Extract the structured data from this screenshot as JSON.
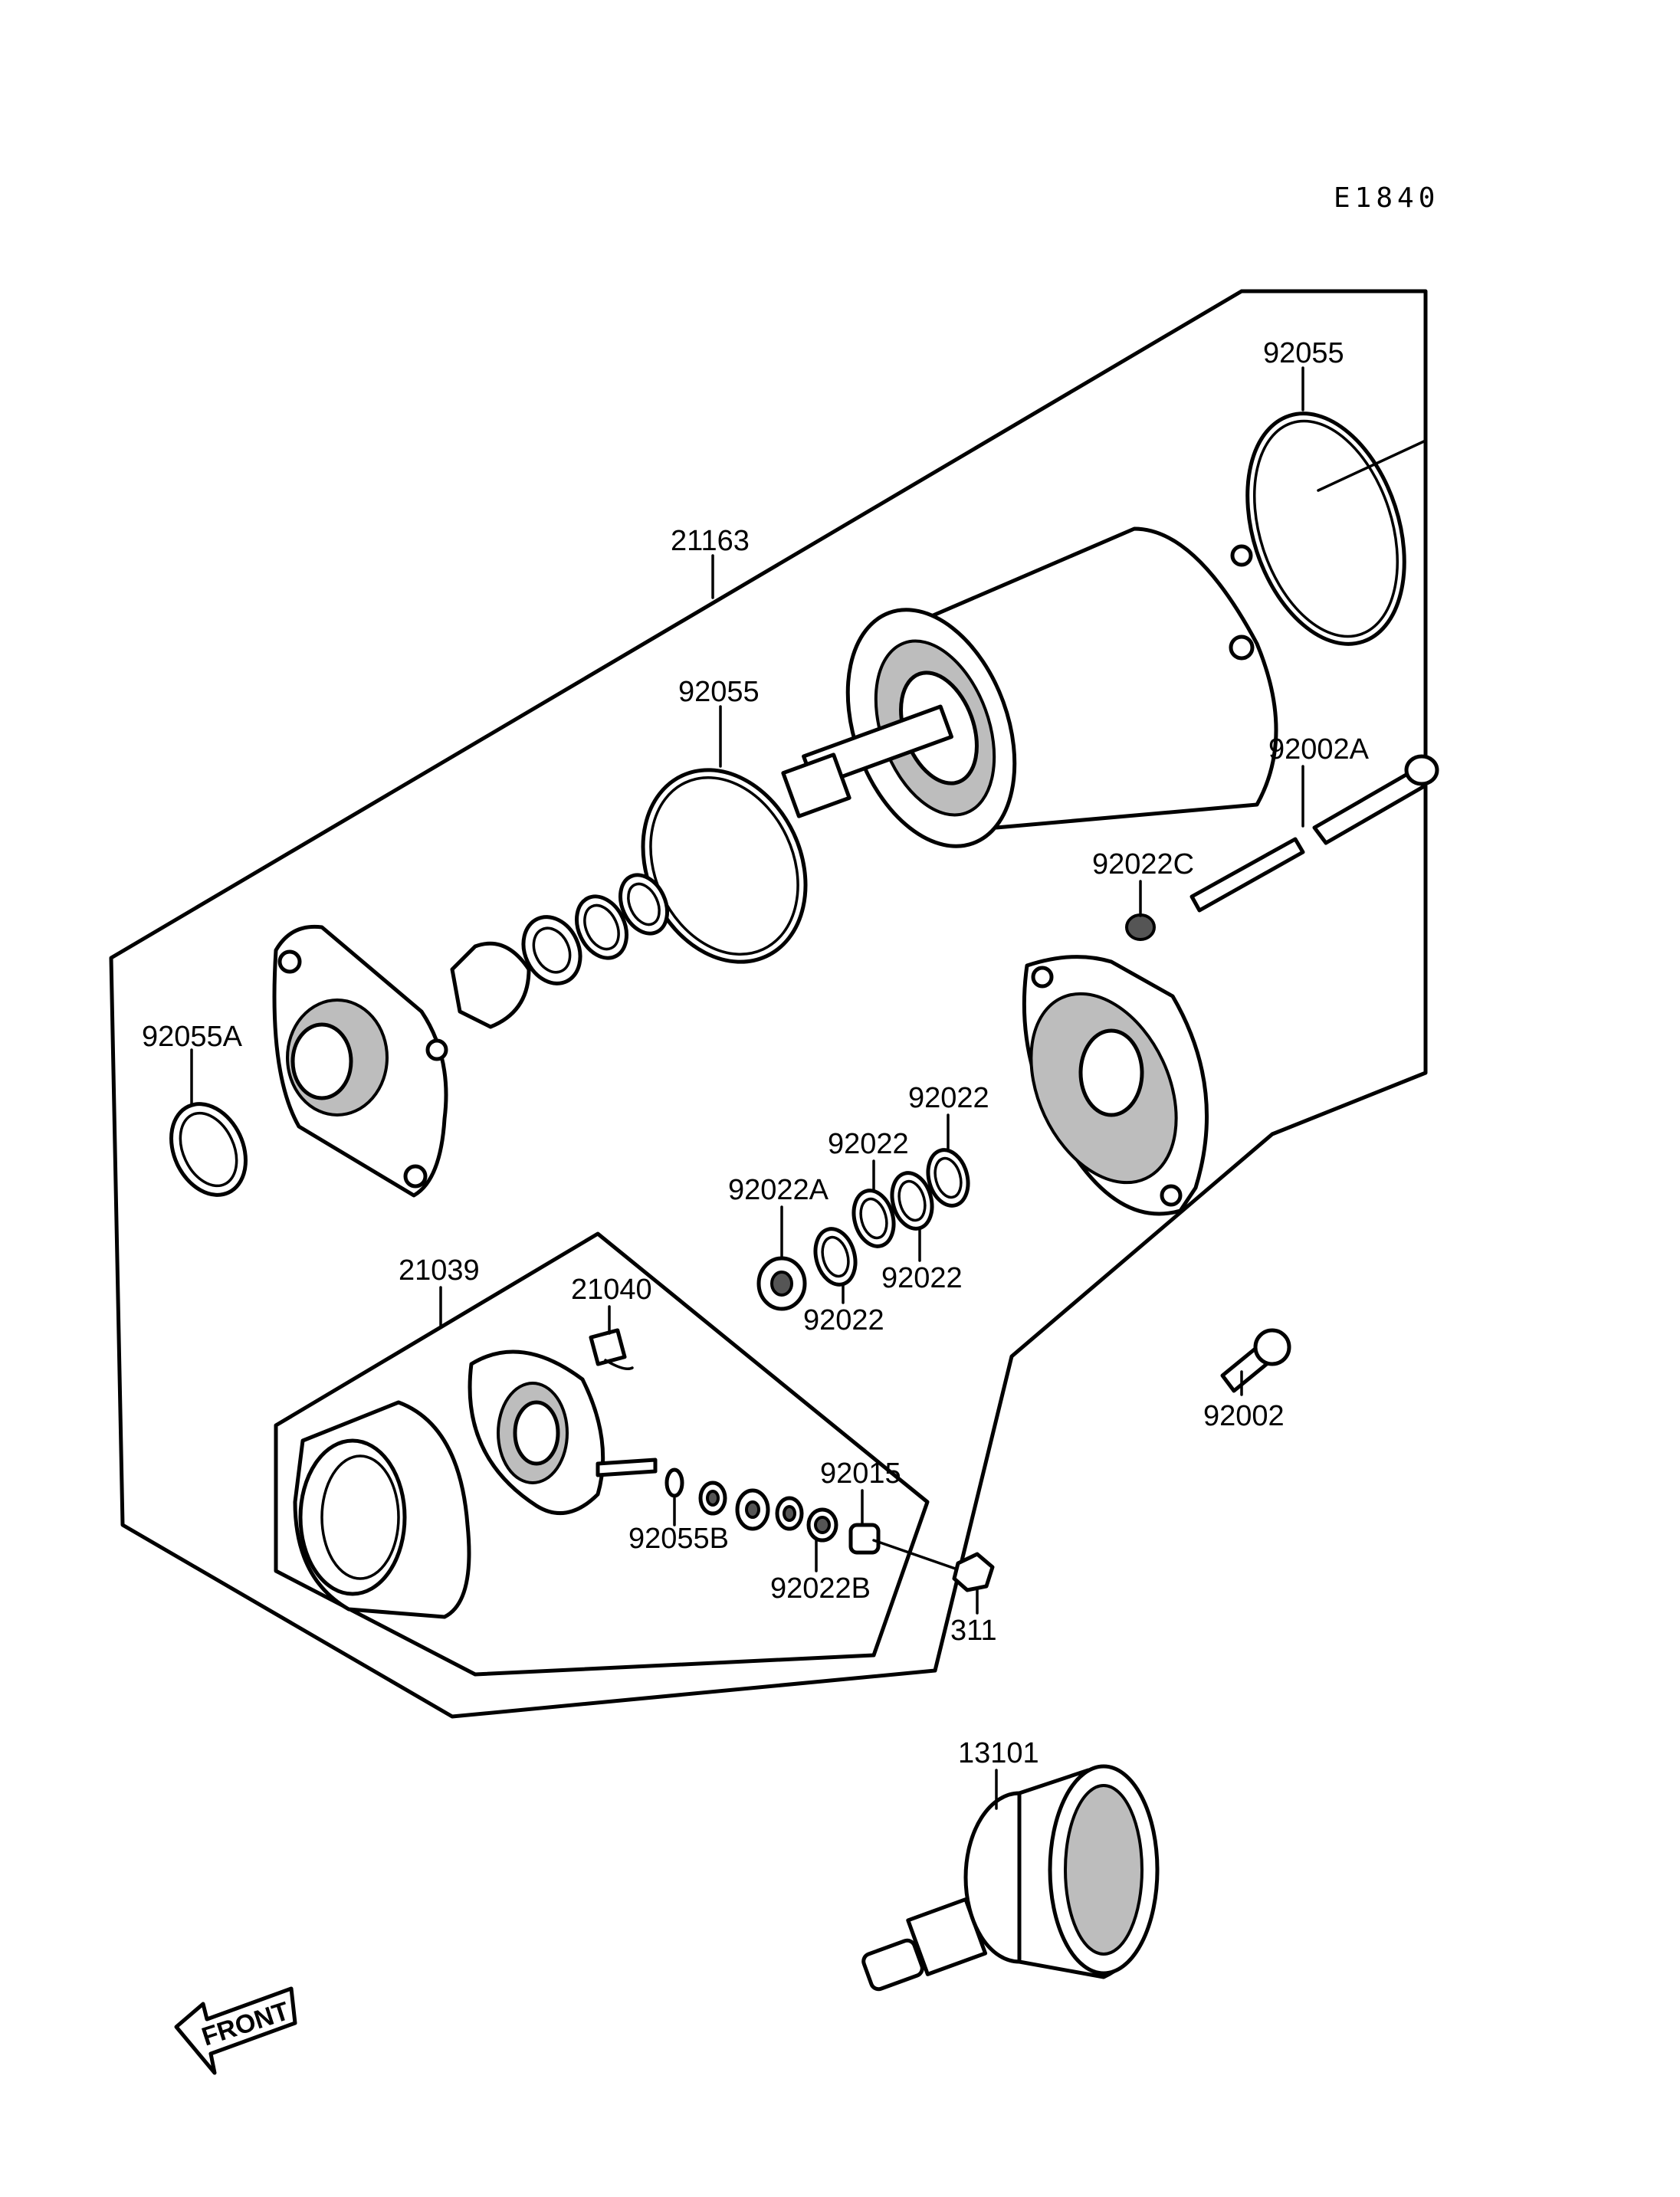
{
  "diagram_code": "E1840",
  "front_label": "FRONT",
  "labels": {
    "starter_motor": "21163",
    "o_ring_top": "92055",
    "o_ring_mid": "92055",
    "o_ring_a": "92055A",
    "through_bolt": "92002A",
    "washer_c": "92022C",
    "shim_1": "92022",
    "shim_2": "92022",
    "shim_3": "92022",
    "shim_4": "92022",
    "washer_a": "92022A",
    "brush_holder": "21039",
    "brush": "21040",
    "nut_washer": "92015",
    "o_ring_b": "92055B",
    "washer_b": "92022B",
    "bolt": "92002",
    "nut": "311",
    "starter_clutch": "13101"
  }
}
